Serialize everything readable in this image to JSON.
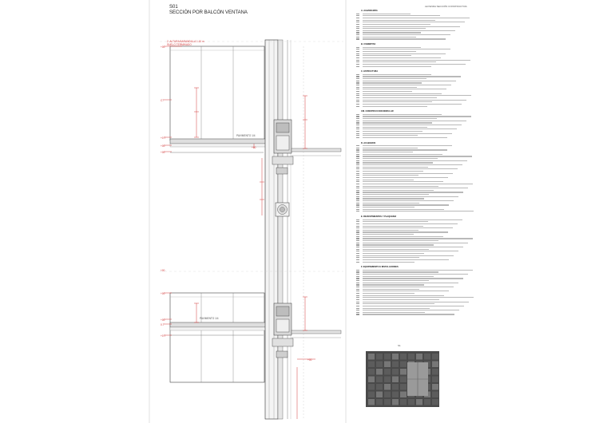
{
  "drawing": {
    "code": "S01",
    "title": "SECCIÓN POR BALCÓN VENTANA"
  },
  "annotations": {
    "top_note_1": "2. ALTURA BARANDILLA 1.10 m",
    "top_note_2": "SUELO TERMINADO",
    "floor_label_upper": "PAVIMENTO 1/4",
    "floor_label_lower": "PAVIMENTO 1/4",
    "level_labels": [
      "+00",
      "C7",
      "+0.7",
      "+00",
      "+00",
      "+00",
      "+00",
      "+00",
      "0.7",
      "+0.7",
      "+00",
      "+00"
    ],
    "legend_header": "LEYENDA SECCIÓN CONSTRUCTIVA"
  },
  "legend_sections": [
    {
      "title": "A. ALBAÑILERÍA",
      "lines": 13
    },
    {
      "title": "B. CUBIERTAS",
      "lines": 10
    },
    {
      "title": "C. ESTRUCTURA",
      "lines": 16
    },
    {
      "title": "CM. CONSTRUCCIÓN MODULAR",
      "lines": 12
    },
    {
      "title": "D. ACABADOS",
      "lines": 32
    },
    {
      "title": "E. REVESTIMIENTOS Y PLAQUERÍA",
      "lines": 21
    },
    {
      "title": "F. EQUIPAMIENTO E INSTALACIONES",
      "lines": 22
    }
  ],
  "colors": {
    "annotation_red": "#d23a3a",
    "line_dark": "#2a2a2a",
    "hatch_grey": "#8a8a8a"
  }
}
